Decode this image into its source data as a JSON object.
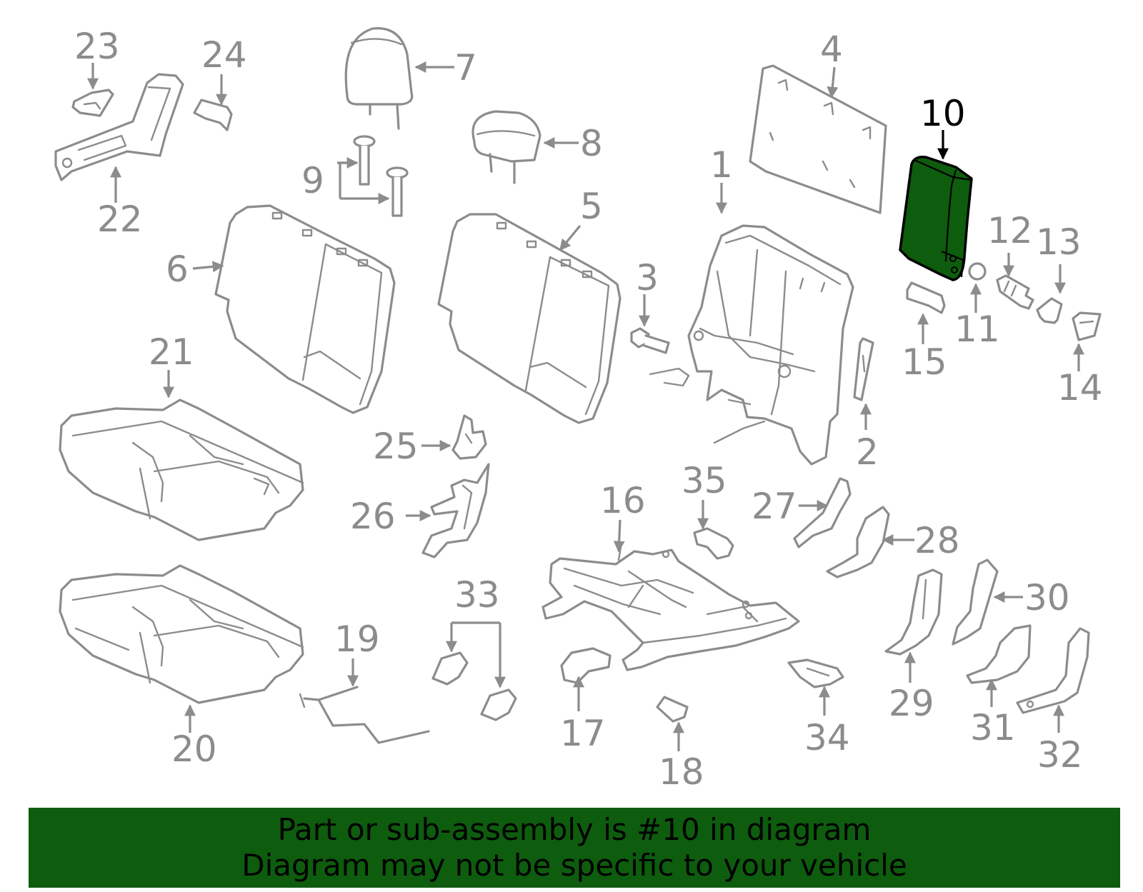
{
  "colors": {
    "highlight_fill": "#0e5c0e",
    "highlight_text": "#000000",
    "part_stroke": "#8c8c8c",
    "label_text": "#8c8c8c",
    "banner_bg": "#0e5c0e",
    "banner_text": "#000000",
    "background": "#ffffff"
  },
  "diagram": {
    "highlighted_part": "10",
    "part_labels": {
      "p1": "1",
      "p2": "2",
      "p3": "3",
      "p4": "4",
      "p5": "5",
      "p6": "6",
      "p7": "7",
      "p8": "8",
      "p9": "9",
      "p10": "10",
      "p11": "11",
      "p12": "12",
      "p13": "13",
      "p14": "14",
      "p15": "15",
      "p16": "16",
      "p17": "17",
      "p18": "18",
      "p19": "19",
      "p20": "20",
      "p21": "21",
      "p22": "22",
      "p23": "23",
      "p24": "24",
      "p25": "25",
      "p26": "26",
      "p27": "27",
      "p28": "28",
      "p29": "29",
      "p30": "30",
      "p31": "31",
      "p32": "32",
      "p33": "33",
      "p34": "34",
      "p35": "35"
    }
  },
  "banner": {
    "line1": "Part or sub-assembly is #10 in diagram",
    "line2": "Diagram may not be specific to your vehicle"
  }
}
